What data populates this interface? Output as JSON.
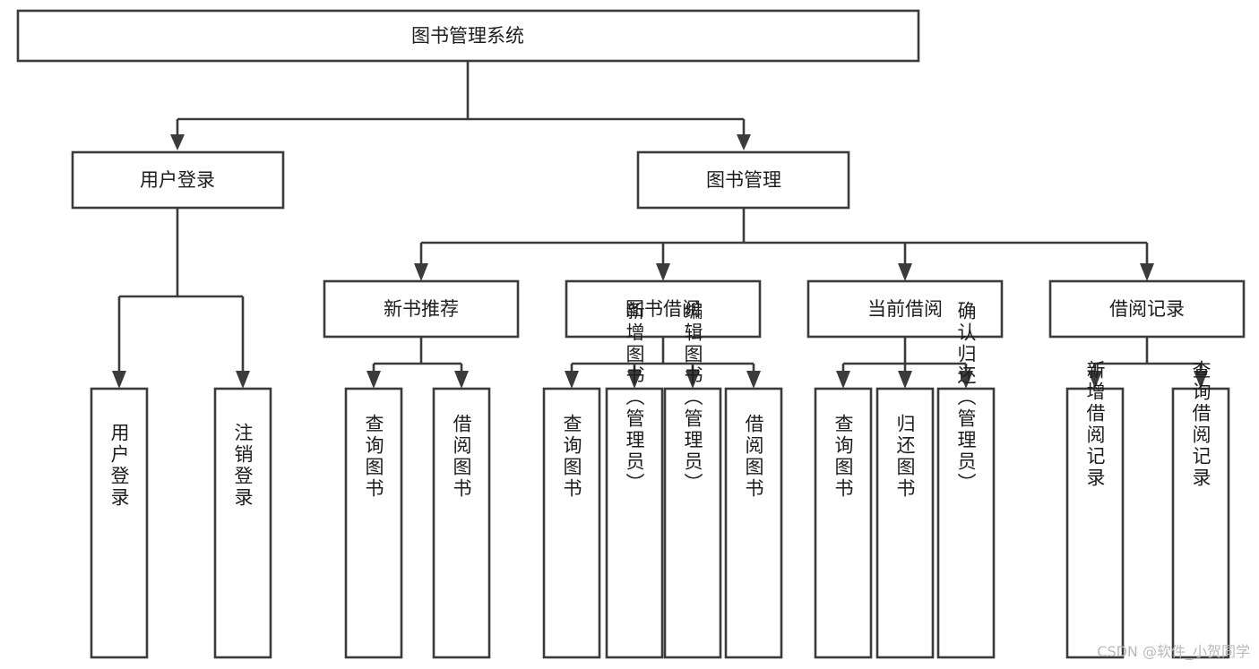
{
  "diagram": {
    "title": "图书管理系统",
    "type": "tree",
    "orientation": "top-down",
    "colors": {
      "box_fill": "#ffffff",
      "box_stroke": "#3b3b3b",
      "text": "#1d1d1d",
      "background": "#ffffff",
      "watermark": "#b9b9b9"
    },
    "root": {
      "label": "图书管理系统"
    },
    "level2": [
      {
        "label": "用户登录"
      },
      {
        "label": "图书管理"
      }
    ],
    "level3": [
      {
        "label": "新书推荐",
        "parent": "图书管理"
      },
      {
        "label": "图书借阅",
        "parent": "图书管理"
      },
      {
        "label": "当前借阅",
        "parent": "图书管理"
      },
      {
        "label": "借阅记录",
        "parent": "图书管理"
      }
    ],
    "leaves": {
      "user_login": [
        "用户登录",
        "注销登录"
      ],
      "new_book_recommend": [
        "查询图书",
        "借阅图书"
      ],
      "book_borrow": [
        "查询图书",
        "新增图书（管理员）",
        "编辑图书（管理员）",
        "借阅图书"
      ],
      "current_borrow": [
        "查询图书",
        "归还图书",
        "确认归还（管理员）"
      ],
      "borrow_record": [
        "新增借阅记录",
        "查询借阅记录"
      ]
    }
  },
  "watermark": {
    "text": "CSDN @软件_小贺同学"
  }
}
